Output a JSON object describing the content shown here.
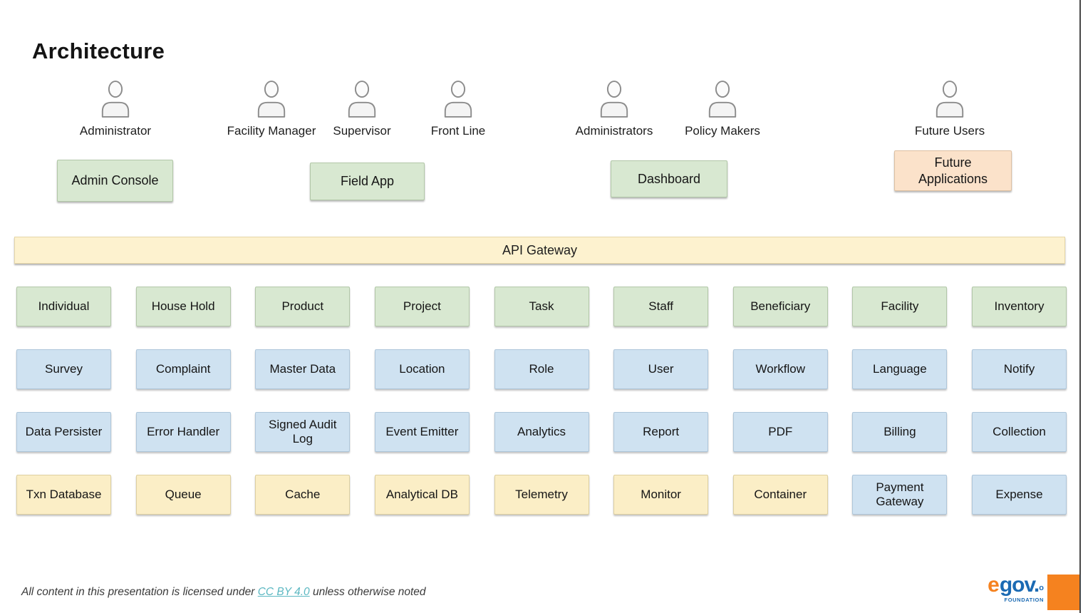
{
  "colors": {
    "green-box": "#d8e8d1",
    "blue-box": "#cfe2f1",
    "yellow-box": "#fbeec6",
    "peach-box": "#fbe2ca",
    "api-bar": "#fdf2cf",
    "link": "#5cb8c2",
    "logo-orange": "#f5821f",
    "logo-blue": "#1b6ab3"
  },
  "title": "Architecture",
  "actors": [
    {
      "label": "Administrator"
    },
    {
      "label": "Facility Manager"
    },
    {
      "label": "Supervisor"
    },
    {
      "label": "Front Line"
    },
    {
      "label": "Administrators"
    },
    {
      "label": "Policy Makers"
    },
    {
      "label": "Future Users"
    }
  ],
  "apps": [
    {
      "label": "Admin Console"
    },
    {
      "label": "Field App"
    },
    {
      "label": "Dashboard"
    },
    {
      "label": "Future Applications"
    }
  ],
  "api_gateway": "API Gateway",
  "grid": {
    "rows": [
      {
        "cells": [
          "Individual",
          "House Hold",
          "Product",
          "Project",
          "Task",
          "Staff",
          "Beneficiary",
          "Facility",
          "Inventory"
        ]
      },
      {
        "cells": [
          "Survey",
          "Complaint",
          "Master Data",
          "Location",
          "Role",
          "User",
          "Workflow",
          "Language",
          "Notify"
        ]
      },
      {
        "cells": [
          "Data Persister",
          "Error Handler",
          "Signed Audit Log",
          "Event Emitter",
          "Analytics",
          "Report",
          "PDF",
          "Billing",
          "Collection"
        ]
      },
      {
        "cells": [
          "Txn Database",
          "Queue",
          "Cache",
          "Analytical DB",
          "Telemetry",
          "Monitor",
          "Container",
          "Payment Gateway",
          "Expense"
        ]
      }
    ]
  },
  "footer": {
    "license_prefix": "All content in this presentation is licensed under ",
    "license_link": "CC BY 4.0",
    "license_suffix": " unless otherwise noted"
  },
  "logo": {
    "e": "e",
    "gov": "gov.",
    "mark": "o",
    "foundation": "FOUNDATION"
  }
}
